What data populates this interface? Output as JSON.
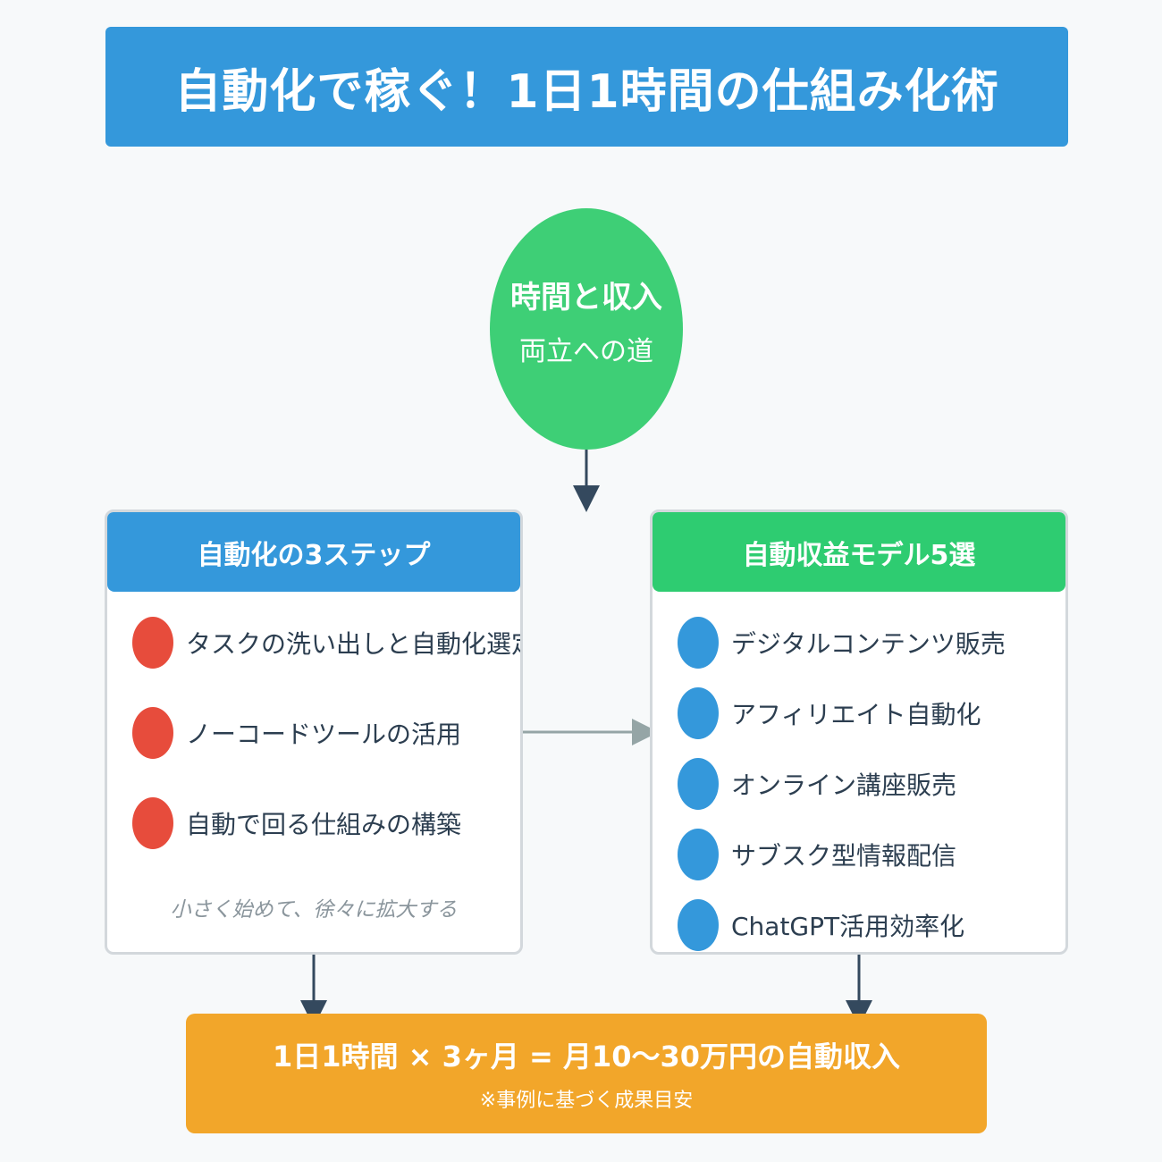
{
  "title": "自動化で稼ぐ！1日1時間の仕組み化術",
  "center": {
    "main": "時間と収入",
    "sub": "両立への道"
  },
  "steps": {
    "header": "自動化の3ステップ",
    "items": [
      "タスクの洗い出しと自動化選定",
      "ノーコードツールの活用",
      "自動で回る仕組みの構築"
    ],
    "note": "小さく始めて、徐々に拡大する"
  },
  "models": {
    "header": "自動収益モデル5選",
    "items": [
      "デジタルコンテンツ販売",
      "アフィリエイト自動化",
      "オンライン講座販売",
      "サブスク型情報配信",
      "ChatGPT活用効率化"
    ]
  },
  "result": {
    "main": "1日1時間 × 3ヶ月 = 月10〜30万円の自動収入",
    "sub": "※事例に基づく成果目安"
  },
  "colors": {
    "title_bg": "#3498db",
    "center_bg": "#3ecf76",
    "steps_header": "#3498db",
    "models_header": "#2ecc71",
    "step_dot": "#e74c3c",
    "model_dot": "#3498db",
    "result_bg": "#f2a62a",
    "arrow": "#34495e",
    "side_arrow": "#95a5a6"
  }
}
